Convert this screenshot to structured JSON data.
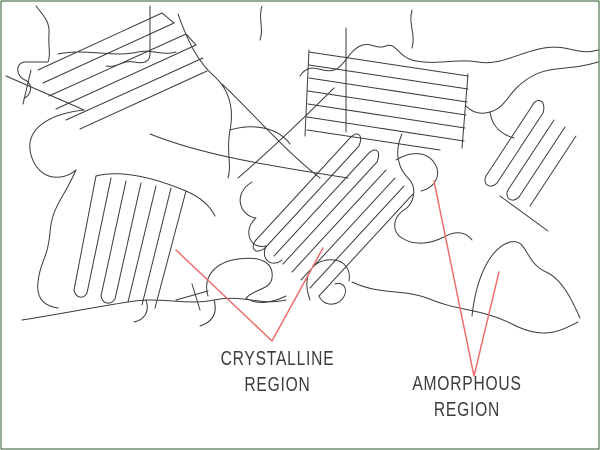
{
  "figure": {
    "labels": {
      "crystalline": {
        "line1": "CRYSTALLINE",
        "line2": "REGION"
      },
      "amorphous": {
        "line1": "AMORPHOUS",
        "line2": "REGION"
      }
    },
    "colors": {
      "background": "#ffffff",
      "border": "#2d572d",
      "chain": "#3a3a3a",
      "leader": "#ee6d6d",
      "text": "#3c3c3c"
    }
  }
}
